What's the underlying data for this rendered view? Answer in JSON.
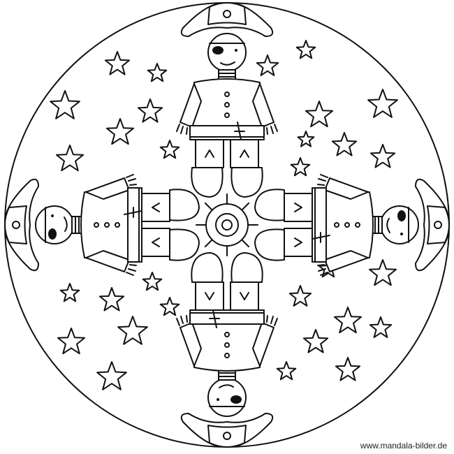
{
  "watermark": "www.mandala-bilder.de",
  "colors": {
    "line": "#111111",
    "background": "#ffffff"
  },
  "motifs": {
    "figure": "pirate",
    "figure_count": 4,
    "center": "ship-wheel",
    "filler": "star"
  }
}
